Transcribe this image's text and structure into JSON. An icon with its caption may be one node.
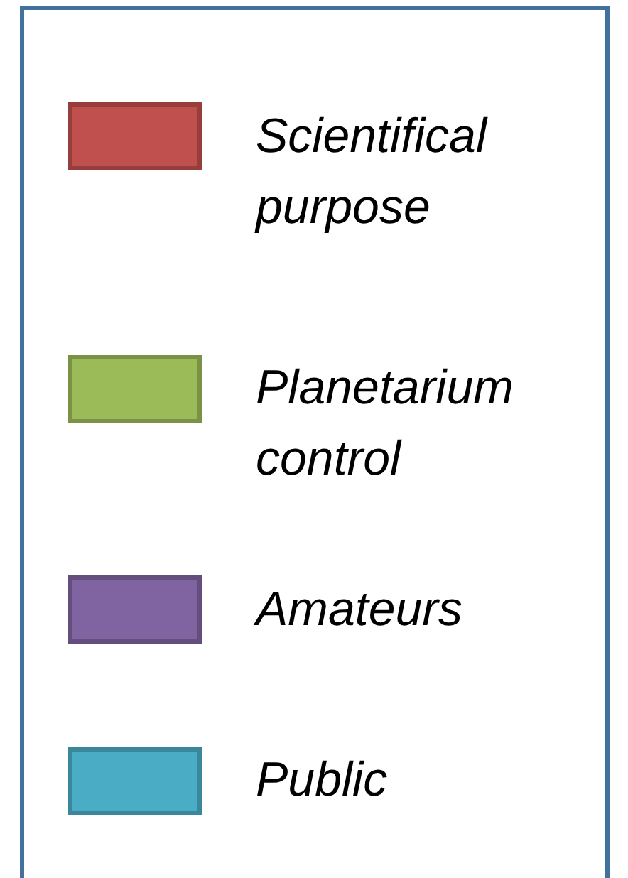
{
  "diagram": {
    "legend": [
      {
        "text": "Scientifical purpose",
        "color": "#c0504d"
      },
      {
        "text": "Planetarium control",
        "color": "#9bbb59"
      },
      {
        "text": "Amateurs",
        "color": "#8064a2"
      },
      {
        "text": "Public",
        "color": "#4bacc6"
      }
    ]
  }
}
